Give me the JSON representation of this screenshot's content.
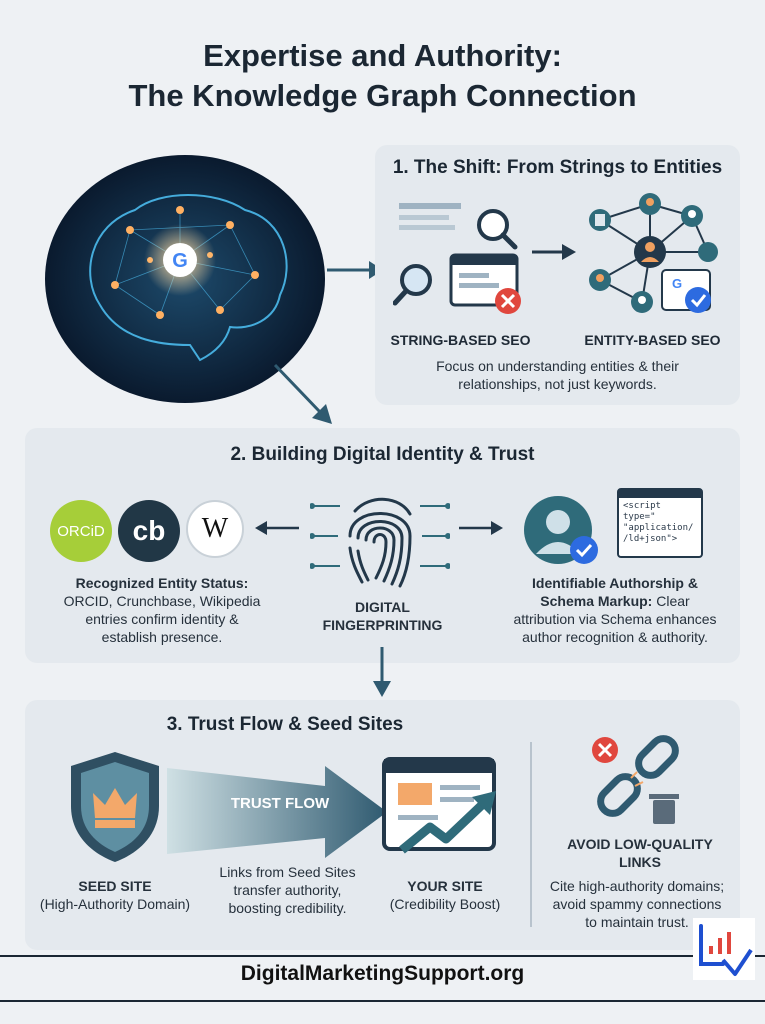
{
  "title": {
    "line1": "Expertise and Authority:",
    "line2": "The Knowledge Graph Connection"
  },
  "section1": {
    "heading": "1. The Shift: From Strings to Entities",
    "string_label": "STRING-BASED SEO",
    "entity_label": "ENTITY-BASED SEO",
    "caption_line1": "Focus on understanding entities & their",
    "caption_line2": "relationships, not just keywords."
  },
  "section2": {
    "heading": "2. Building Digital Identity & Trust",
    "badges": {
      "orcid": "ORCiD",
      "crunchbase": "cb",
      "wikipedia": "W"
    },
    "left_bold": "Recognized Entity Status:",
    "left_line1": "ORCID, Crunchbase, Wikipedia",
    "left_line2": "entries confirm identity &",
    "left_line3": "establish presence.",
    "center_line1": "DIGITAL",
    "center_line2": "FINGERPRINTING",
    "right_bold1": "Identifiable Authorship &",
    "right_bold2": "Schema Markup:",
    "right_rest1": " Clear",
    "right_line2": "attribution via Schema enhances",
    "right_line3": "author recognition & authority.",
    "code_snippet": "<script\ntype=\"\n\"application/\n/ld+json\">"
  },
  "section3": {
    "heading": "3. Trust Flow & Seed Sites",
    "trust_flow": "TRUST FLOW",
    "seed_title": "SEED SITE",
    "seed_sub": "(High-Authority Domain)",
    "flow_line1": "Links from Seed Sites",
    "flow_line2": "transfer authority,",
    "flow_line3": "boosting credibility.",
    "your_title": "YOUR SITE",
    "your_sub": "(Credibility Boost)",
    "avoid_line1": "AVOID LOW-QUALITY",
    "avoid_line2": "LINKS",
    "avoid_text1": "Cite high-authority domains;",
    "avoid_text2": "avoid spammy connections",
    "avoid_text3": "to maintain trust."
  },
  "footer": {
    "site": "DigitalMarketingSupport.org"
  },
  "colors": {
    "navy": "#1b2733",
    "teal": "#2f6b7a",
    "accent_blue": "#2d6be0",
    "red": "#e0473e",
    "orcid_green": "#a6ce39"
  }
}
